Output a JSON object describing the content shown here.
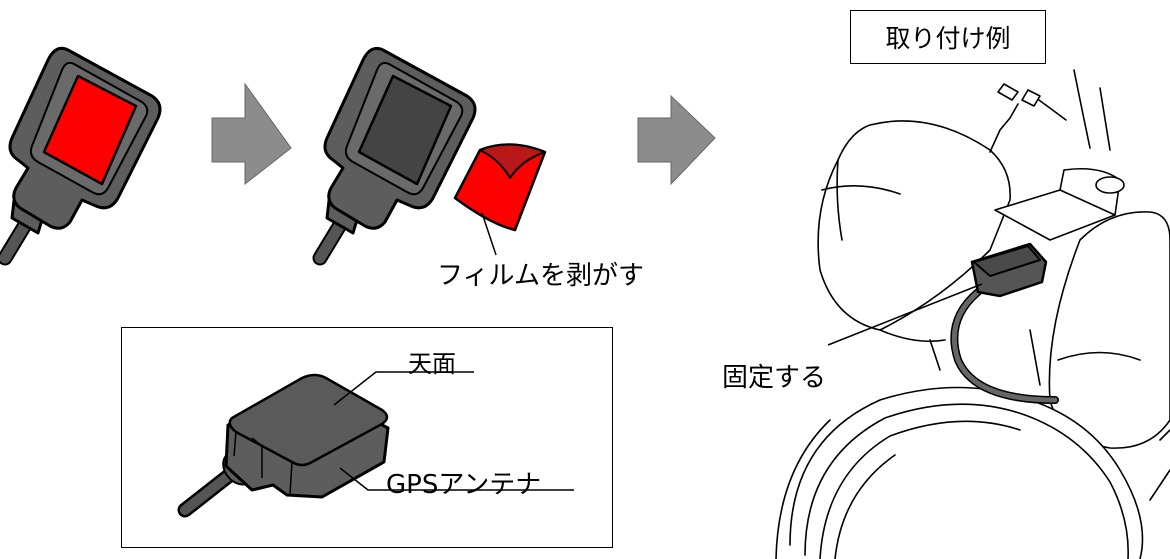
{
  "labels": {
    "peel_film": "フィルムを剥がす",
    "top_surface": "天面",
    "gps_antenna": "GPSアンテナ",
    "fix": "固定する",
    "example_title": "取り付け例"
  },
  "colors": {
    "adhesive_pad": "#ff0000",
    "film_fold": "#b81818",
    "antenna_body": "#5d5d5d",
    "antenna_top": "#4a4a4a",
    "arrow_fill": "#8c8c8c",
    "motorcycle_line": "#000000"
  }
}
